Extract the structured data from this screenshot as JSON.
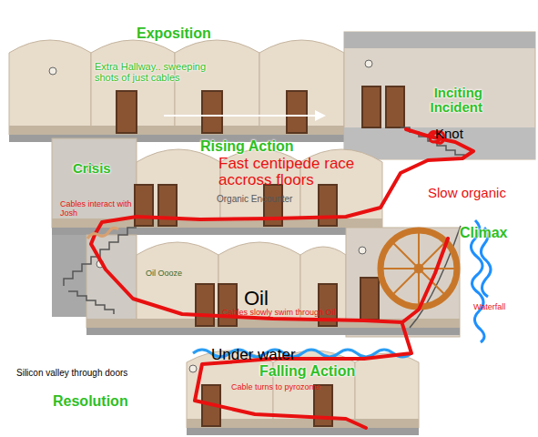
{
  "diagram": {
    "labels": [
      "Exposition",
      "Extra Hallway.. sweeping shots of just cables",
      "Inciting Incident",
      "Knot",
      "Rising Action",
      "Fast centipede race accross floors",
      "Slow organic",
      "Crisis",
      "Cables interact with Josh",
      "Organic Encounter",
      "Oil Oooze",
      "Oil",
      "Climax",
      "Waterfall",
      "Cables slowly swim through Oil",
      "Under water",
      "Falling Action",
      "Cable turns to pyrozome",
      "Silicon valley through doors",
      "Resolution"
    ]
  }
}
